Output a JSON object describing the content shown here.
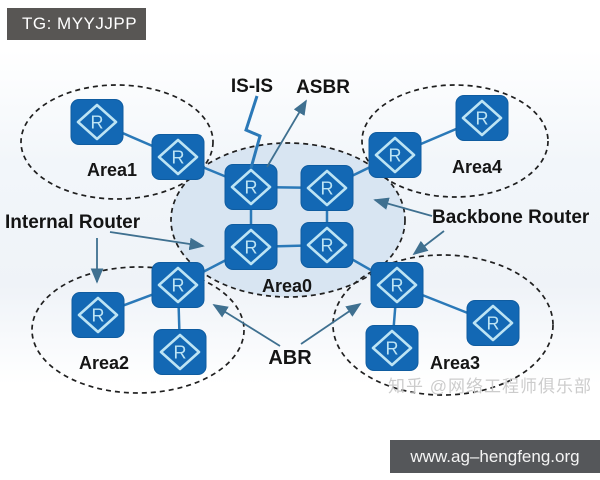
{
  "header": {
    "tag_label": "TG: MYYJJPP"
  },
  "diagram": {
    "area_labels": {
      "area0": "Area0",
      "area1": "Area1",
      "area2": "Area2",
      "area3": "Area3",
      "area4": "Area4"
    },
    "annotations": {
      "isis": "IS-IS",
      "asbr": "ASBR",
      "internal_router": "Internal Router",
      "backbone_router": "Backbone Router",
      "abr": "ABR"
    },
    "router_glyph": "R",
    "colors": {
      "router_fill": "#1368b4",
      "router_border": "#0f5ca0",
      "router_glyph_color": "#bde4f4",
      "link": "#2b79b8",
      "area0_fill": "#d8e5f2",
      "ellipse_stroke": "#1f1f1f",
      "annotation_arrow": "#3f7090",
      "banner_bg": "#585654"
    }
  },
  "watermark": {
    "text": "知乎 @网络工程师俱乐部"
  },
  "footer": {
    "site_url": "www.ag–hengfeng.org"
  }
}
